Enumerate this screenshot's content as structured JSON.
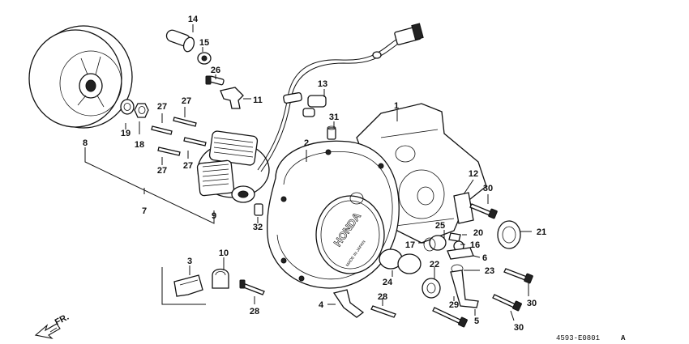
{
  "labels": {
    "p1": "1",
    "p2": "2",
    "p3": "3",
    "p4": "4",
    "p5": "5",
    "p6": "6",
    "p7": "7",
    "p8": "8",
    "p9": "9",
    "p10": "10",
    "p11": "11",
    "p12": "12",
    "p13": "13",
    "p14": "14",
    "p15": "15",
    "p16": "16",
    "p17": "17",
    "p18": "18",
    "p19": "19",
    "p20": "20",
    "p21": "21",
    "p22": "22",
    "p23": "23",
    "p24": "24",
    "p25": "25",
    "p26": "26",
    "p27a": "27",
    "p27b": "27",
    "p27c": "27",
    "p27d": "27",
    "p28a": "28",
    "p28b": "28",
    "p29": "29",
    "p30a": "30",
    "p30b": "30",
    "p30c": "30",
    "p31": "31",
    "p32": "32"
  },
  "cover_brand": "HONDA",
  "cover_stamp": "MADE IN JAPAN",
  "direction": "FR.",
  "drawing_code": "4593-E0801",
  "drawing_code_suffix": "A"
}
